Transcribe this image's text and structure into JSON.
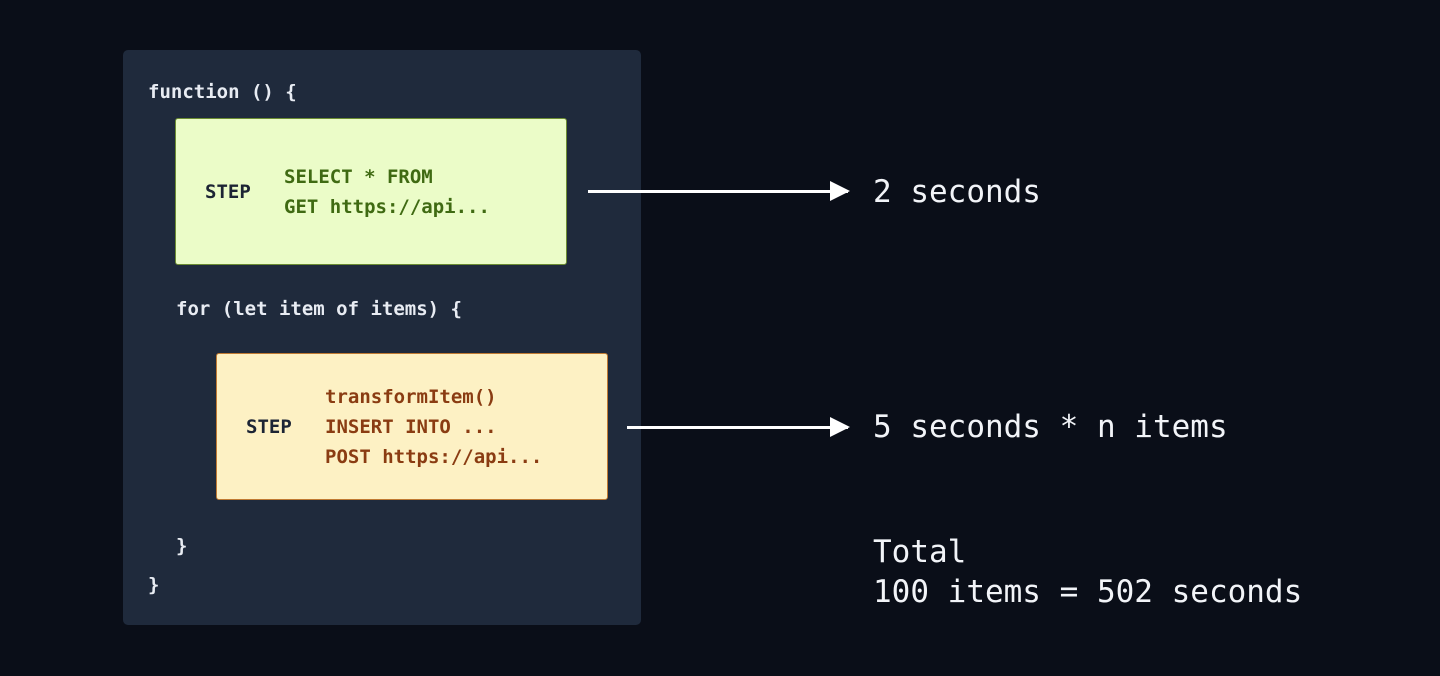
{
  "code": {
    "function_open": "function () {",
    "loop_open": "for (let item of items) {",
    "loop_close": "}",
    "function_close": "}"
  },
  "step1": {
    "label": "STEP",
    "lines": [
      "SELECT * FROM",
      "GET https://api..."
    ]
  },
  "step2": {
    "label": "STEP",
    "lines": [
      "transformItem()",
      "INSERT INTO ...",
      "POST https://api..."
    ]
  },
  "results": {
    "step1_time": "2 seconds",
    "step2_time": "5 seconds * n items",
    "total_label": "Total",
    "total_value": "100 items = 502 seconds"
  },
  "colors": {
    "background": "#0a0e18",
    "panel": "#1f2a3c",
    "step1_fill": "#ebfcc8",
    "step2_fill": "#fdf1c4"
  }
}
